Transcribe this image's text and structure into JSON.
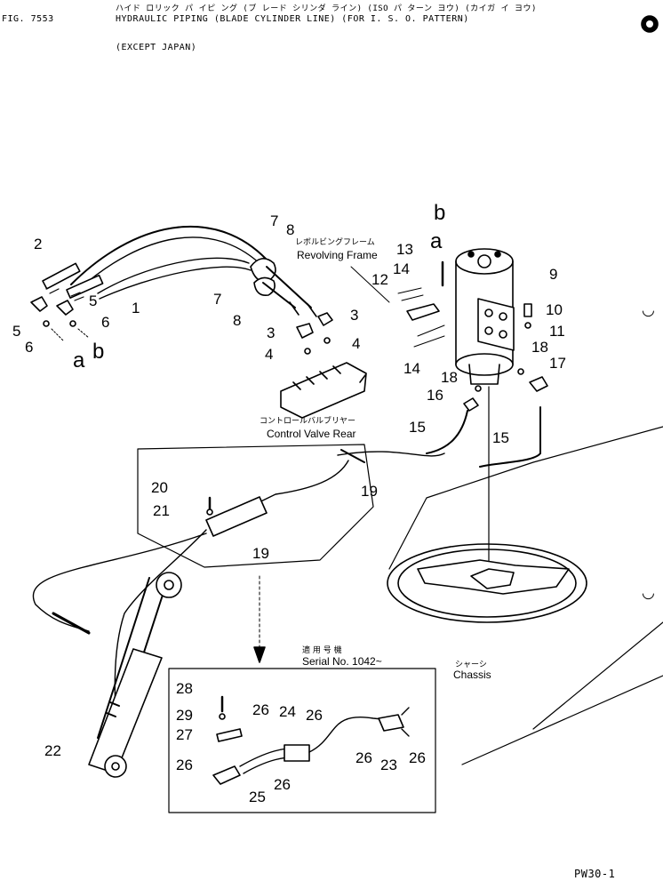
{
  "header": {
    "fig": "FIG. 7553",
    "title_jp": "ハイド ロリック パ イピ ング (ブ レード シリンダ ライン) (ISO パ ターン ヨウ) (カイガ イ ヨウ)",
    "title_en": "HYDRAULIC PIPING (BLADE CYLINDER LINE) (FOR I. S. O. PATTERN)",
    "subtitle": "(EXCEPT JAPAN)"
  },
  "labels": {
    "revolving_frame_jp": "レボルビングフレーム",
    "revolving_frame": "Revolving Frame",
    "control_valve_jp": "コントロールバルブリヤー",
    "control_valve": "Control Valve Rear",
    "chassis_jp": "シャーシ",
    "chassis": "Chassis",
    "serial_jp": "適 用 号 機",
    "serial": "Serial No. 1042~"
  },
  "callouts": {
    "c1": "1",
    "c2": "2",
    "c3": "3",
    "c4": "4",
    "c5": "5",
    "c6": "6",
    "c7": "7",
    "c8": "8",
    "c9": "9",
    "c10": "10",
    "c11": "11",
    "c12": "12",
    "c13": "13",
    "c14": "14",
    "c15": "15",
    "c16": "16",
    "c17": "17",
    "c18": "18",
    "c19": "19",
    "c20": "20",
    "c21": "21",
    "c22": "22",
    "c23": "23",
    "c24": "24",
    "c25": "25",
    "c26": "26",
    "c27": "27",
    "c28": "28",
    "c29": "29",
    "a": "a",
    "b": "b"
  },
  "footer": {
    "page_code": "PW30-1"
  }
}
